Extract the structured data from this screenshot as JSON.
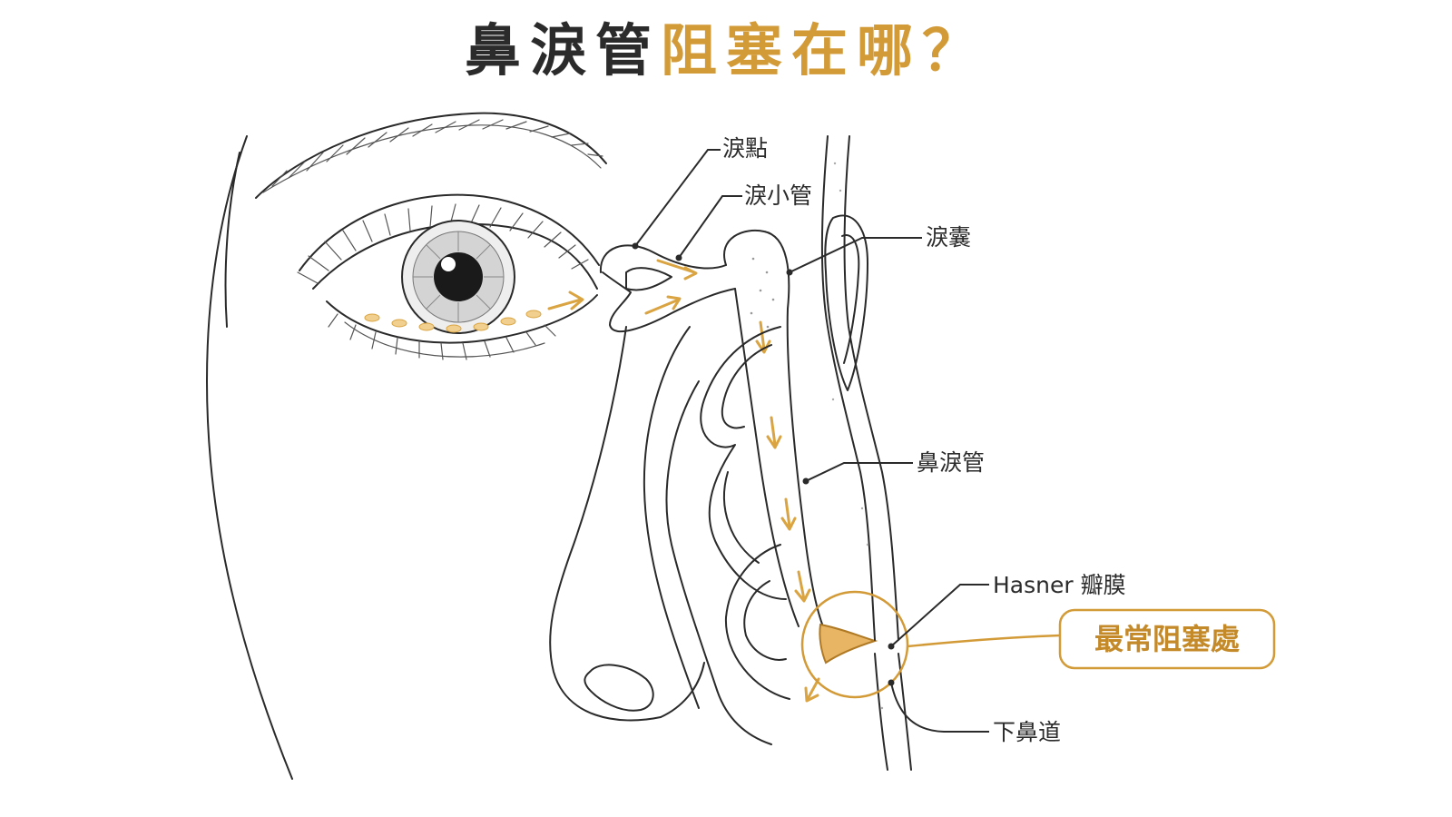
{
  "title": {
    "part1": "鼻淚管",
    "part2": "阻塞在哪？"
  },
  "colors": {
    "accent": "#d39a38",
    "ink": "#2a2a2a",
    "flow": "#d9a441",
    "highlight_fill": "#e8b565"
  },
  "labels": {
    "punctum": "淚點",
    "canaliculus": "淚小管",
    "sac": "淚囊",
    "nld": "鼻淚管",
    "hasner": "Hasner 瓣膜",
    "inferior_meatus": "下鼻道",
    "common_blockage": "最常阻塞處"
  }
}
